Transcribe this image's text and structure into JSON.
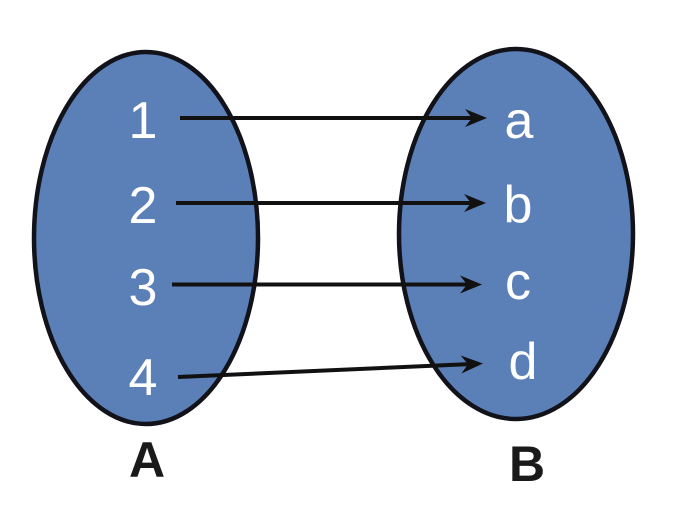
{
  "diagram": {
    "type": "set-mapping",
    "description": "Function mapping from set A to set B",
    "set_a": {
      "label": "A",
      "elements": [
        "1",
        "2",
        "3",
        "4"
      ]
    },
    "set_b": {
      "label": "B",
      "elements": [
        "a",
        "b",
        "c",
        "d"
      ]
    },
    "mappings": [
      {
        "from": "1",
        "to": "a"
      },
      {
        "from": "2",
        "to": "b"
      },
      {
        "from": "3",
        "to": "c"
      },
      {
        "from": "4",
        "to": "d"
      }
    ],
    "colors": {
      "ellipse_fill": "#5b7fb7",
      "ellipse_stroke": "#12121a",
      "arrow": "#111111",
      "element_text": "#ffffff",
      "set_label_text": "#1a1a1a",
      "background": "#ffffff"
    }
  }
}
